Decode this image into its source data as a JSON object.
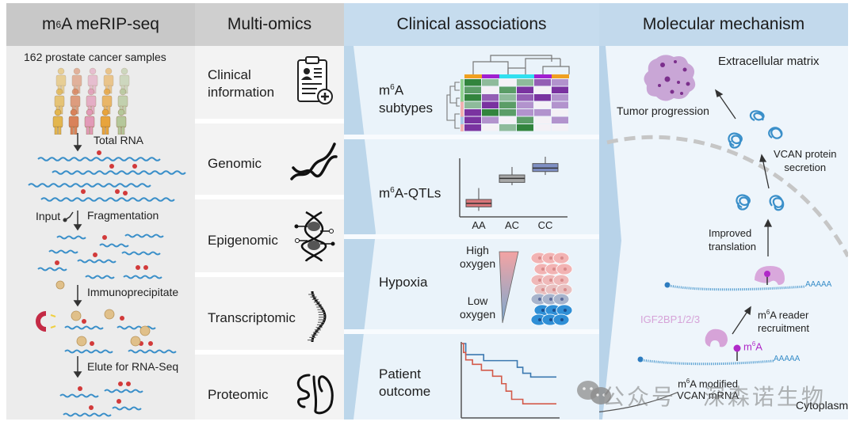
{
  "panels": {
    "merip": {
      "title_pre": "m",
      "title_sup": "6",
      "title_post": "A meRIP-seq",
      "samples_label": "162 prostate cancer samples",
      "steps": {
        "total_rna": "Total RNA",
        "input": "Input",
        "fragmentation": "Fragmentation",
        "immunoprecipitate": "Immunoprecipitate",
        "elute": "Elute for RNA-Seq"
      },
      "people_colors": [
        "#e3b64f",
        "#d9825a",
        "#e29ab8",
        "#e8a43c",
        "#b5c79a"
      ]
    },
    "multiomics": {
      "title": "Multi-omics",
      "items": [
        {
          "line1": "Clinical",
          "line2": "information",
          "icon": "clipboard-patient-icon"
        },
        {
          "line1": "Genomic",
          "line2": "",
          "icon": "dna-helix-icon"
        },
        {
          "line1": "Epigenomic",
          "line2": "",
          "icon": "methylated-dna-icon"
        },
        {
          "line1": "Transcriptomic",
          "line2": "",
          "icon": "rna-strand-icon"
        },
        {
          "line1": "Proteomic",
          "line2": "",
          "icon": "protein-fold-icon"
        }
      ]
    },
    "clinical": {
      "title": "Clinical associations",
      "subtypes": {
        "pre": "m",
        "sup": "6",
        "post": "A",
        "line2": "subtypes"
      },
      "qtls": {
        "pre": "m",
        "sup": "6",
        "post": "A-QTLs",
        "genotypes": [
          "AA",
          "AC",
          "CC"
        ]
      },
      "hypoxia": {
        "label": "Hypoxia",
        "high1": "High",
        "high2": "oxygen",
        "low1": "Low",
        "low2": "oxygen"
      },
      "outcome": {
        "line1": "Patient",
        "line2": "outcome"
      }
    },
    "mechanism": {
      "title": "Molecular mechanism",
      "ecm": "Extracellular matrix",
      "tumor": "Tumor progression",
      "secretion1": "VCAN protein",
      "secretion2": "secretion",
      "translation1": "Improved",
      "translation2": "translation",
      "polya": "AAAAA",
      "reader_pre": "m",
      "reader_sup": "6",
      "reader_post": "A reader",
      "reader2": "recruitment",
      "igf": "IGF2BP1/2/3",
      "m6a_pre": "m",
      "m6a_sup": "6",
      "m6a_post": "A",
      "modified_pre": "m",
      "modified_sup": "6",
      "modified_post": "A modified",
      "modified2": "VCAN mRNA",
      "cytoplasm": "Cytoplasm"
    }
  },
  "watermark": "公众号 · 深森诺生物",
  "colors": {
    "rna_blue": "#3a8fc9",
    "m6a_red": "#d23a3a",
    "reader_purple": "#b84fc8",
    "igf_pink": "#d6a3d8"
  },
  "chart_data": [
    {
      "type": "box",
      "title": "m6A-QTLs",
      "categories": [
        "AA",
        "AC",
        "CC"
      ],
      "series": [
        {
          "name": "AA",
          "min": 0.05,
          "q1": 0.12,
          "median": 0.18,
          "q3": 0.25,
          "max": 0.45,
          "color": "#d9767a"
        },
        {
          "name": "AC",
          "min": 0.5,
          "q1": 0.55,
          "median": 0.62,
          "q3": 0.68,
          "max": 0.82,
          "color": "#a8a8a8"
        },
        {
          "name": "CC",
          "min": 0.68,
          "q1": 0.74,
          "median": 0.8,
          "q3": 0.88,
          "max": 1.0,
          "color": "#7f8fc4"
        }
      ],
      "xlabel": "",
      "ylabel": ""
    },
    {
      "type": "line",
      "title": "Patient outcome",
      "series": [
        {
          "name": "high",
          "color": "#3b78b0",
          "x": [
            0,
            4,
            4,
            20,
            20,
            50,
            50,
            55,
            55,
            62,
            62,
            85
          ],
          "y": [
            1,
            1,
            0.85,
            0.85,
            0.77,
            0.77,
            0.68,
            0.68,
            0.6,
            0.6,
            0.55,
            0.55
          ]
        },
        {
          "name": "low",
          "color": "#d35a4a",
          "x": [
            0,
            2,
            2,
            4,
            4,
            10,
            10,
            18,
            18,
            28,
            28,
            36,
            36,
            40,
            40,
            45,
            45,
            55,
            55,
            85
          ],
          "y": [
            1,
            1,
            0.88,
            0.88,
            0.78,
            0.78,
            0.72,
            0.72,
            0.64,
            0.64,
            0.56,
            0.56,
            0.46,
            0.46,
            0.36,
            0.36,
            0.25,
            0.25,
            0.19,
            0.19
          ]
        }
      ],
      "xlabel": "",
      "ylabel": "",
      "ylim": [
        0,
        1
      ]
    },
    {
      "type": "heatmap",
      "title": "m6A subtypes",
      "column_groups": [
        "#f0a020",
        "#a020d0",
        "#30e0f0",
        "#30e0f0",
        "#a020d0",
        "#f0a020"
      ],
      "values": [
        [
          -3,
          -1,
          0,
          -1,
          2,
          1
        ],
        [
          -2,
          0,
          -2,
          3,
          0,
          3
        ],
        [
          -3,
          2,
          -1,
          2,
          3,
          1
        ],
        [
          -1,
          3,
          -2,
          1,
          0,
          1
        ],
        [
          3,
          -3,
          -2,
          1,
          1,
          0
        ],
        [
          3,
          1,
          0,
          -2,
          0,
          1
        ],
        [
          3,
          0,
          -1,
          -3,
          0,
          0
        ]
      ]
    }
  ]
}
